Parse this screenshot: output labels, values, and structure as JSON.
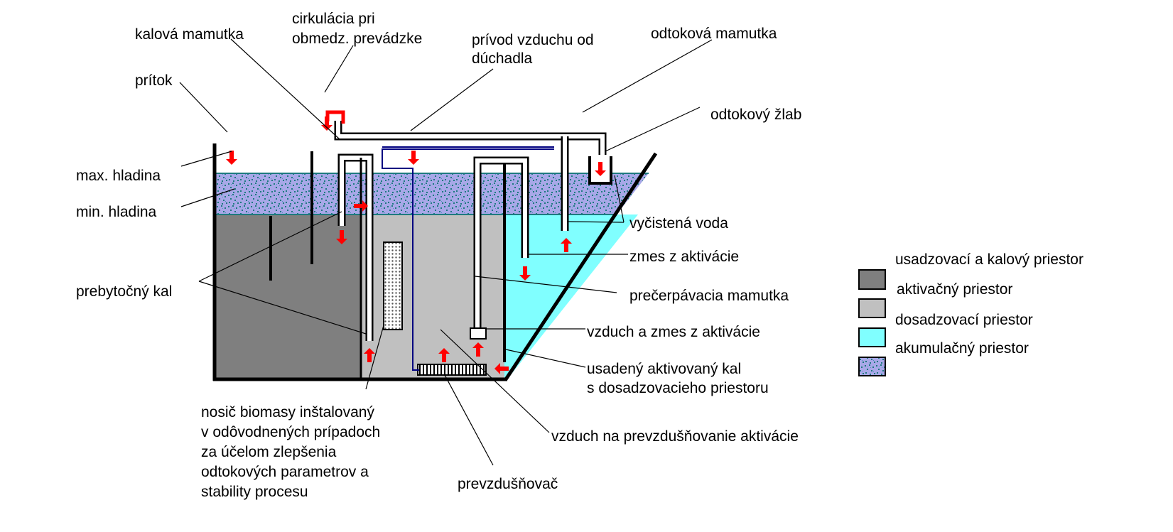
{
  "labels": {
    "kalova_mamutka": "kalová mamutka",
    "cirkulacia_1": "cirkulácia pri",
    "cirkulacia_2": "obmedz. prevádzke",
    "privod_1": "prívod vzduchu od",
    "privod_2": "dúchadla",
    "odtokova_mamutka": "odtoková mamutka",
    "pritok": "prítok",
    "odtokovy_zlab": "odtokový žlab",
    "max_hladina": "max. hladina",
    "min_hladina": "min. hladina",
    "vycistena_voda": "vyčistená voda",
    "zmes_z_aktivacie": "zmes z aktivácie",
    "prebytocny_kal": "prebytočný kal",
    "precerpavacia": "prečerpávacia  mamutka",
    "vzduch_a_zmes": "vzduch a zmes z aktivácie",
    "usadeny_1": "usadený aktivovaný kal",
    "usadeny_2": "s dosadzovacieho priestoru",
    "vzduch_na": "vzduch na prevzdušňovanie aktivácie",
    "nosic_1": "nosič biomasy inštalovaný",
    "nosic_2": "v odôvodnených prípadoch",
    "nosic_3": "za účelom zlepšenia",
    "nosic_4": "odtokových parametrov a",
    "nosic_5": "stability procesu",
    "prevzdusnovac": "prevzdušňovač"
  },
  "legend": [
    {
      "label": "usadzovací a kalový priestor",
      "swatch": "none"
    },
    {
      "label": "aktivačný priestor",
      "swatch": "#7f7f7f"
    },
    {
      "label": "dosadzovací priestor",
      "swatch": "#c0c0c0"
    },
    {
      "label": "akumulačný priestor",
      "swatch": "#80ffff"
    },
    {
      "label": "",
      "swatch": "speckle"
    }
  ],
  "colors": {
    "settling": "#7f7f7f",
    "activation": "#c0c0c0",
    "accumulation": "#80ffff",
    "buffer_zone": "#a8a8e8",
    "buffer_speckle": "#1e7a80",
    "arrow": "#ff0000",
    "air_line": "#000080"
  }
}
